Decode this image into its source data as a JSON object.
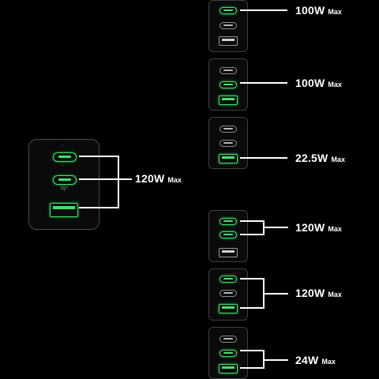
{
  "main_config": {
    "total_label": "120W",
    "max_label": "Max",
    "iq_label": "·IQ⁴"
  },
  "configs": [
    {
      "watt": "100W",
      "max": "Max"
    },
    {
      "watt": "100W",
      "max": "Max"
    },
    {
      "watt": "22.5W",
      "max": "Max"
    },
    {
      "watt": "120W",
      "max": "Max"
    },
    {
      "watt": "120W",
      "max": "Max"
    },
    {
      "watt": "24W",
      "max": "Max"
    }
  ],
  "colors": {
    "active_port": "#3ee46a",
    "background": "#000000",
    "text": "#ffffff"
  }
}
